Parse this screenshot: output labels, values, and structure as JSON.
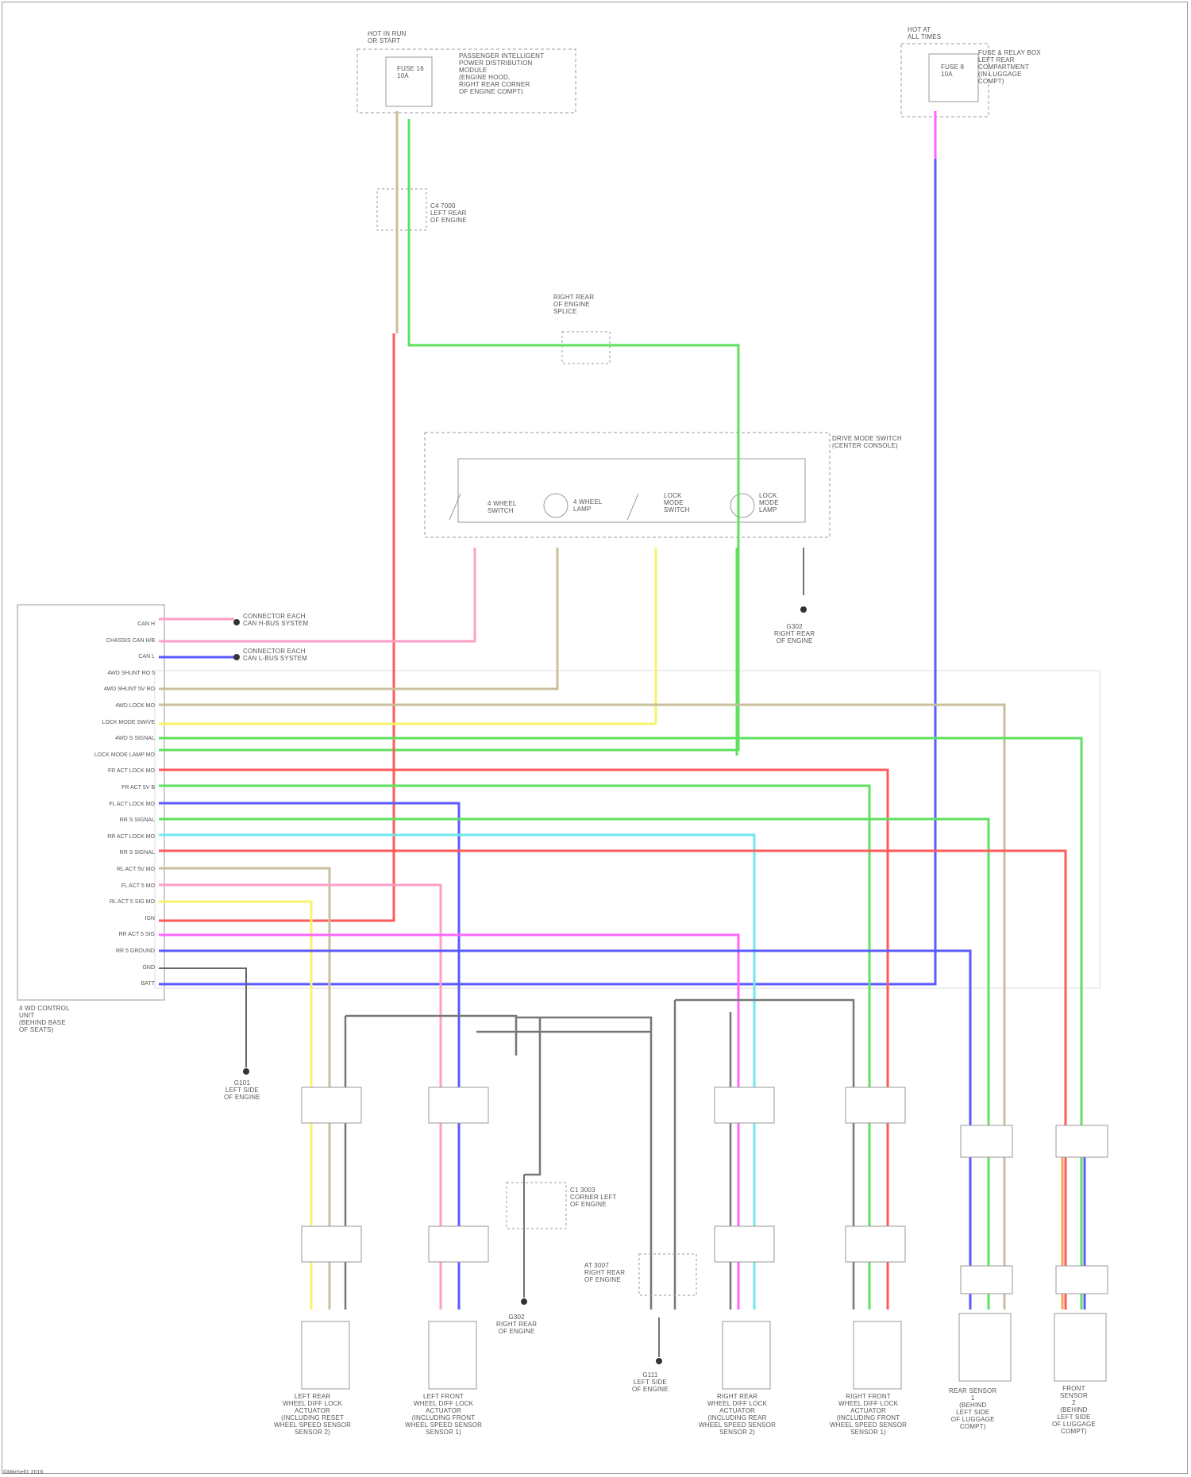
{
  "page": {
    "title": "",
    "footer": "©Mitchell1 2016"
  },
  "labels": {
    "fuse_box_left": "HOT IN RUN\nOR START",
    "fuse_left_text": "FUSE 16\n10A",
    "fuse_left_desc": "PASSENGER INTELLIGENT\nPOWER DISTRIBUTION\nMODULE\n(ENGINE HOOD,\nRIGHT REAR CORNER\nOF ENGINE COMPT)",
    "connector_c4": "C4 7000\nLEFT REAR\nOF ENGINE",
    "fuse_box_right": "HOT AT\nALL TIMES",
    "fuse_right_text": "FUSE 8\n10A",
    "fuse_right_desc": "FUSE & RELAY BOX\nLEFT REAR\nCOMPARTMENT\n(IN LUGGAGE\nCOMPT)",
    "splice_top": "RIGHT REAR\nOF ENGINE\nSPLICE",
    "switch_module": "DRIVE MODE SWITCH\n(CENTER CONSOLE)",
    "sw_4wd": "4 WHEEL\nSWITCH",
    "sw_4wd_lamp": "4 WHEEL\nLAMP",
    "sw_lock": "LOCK\nMODE\nSWITCH",
    "sw_lock_lamp": "LOCK\nMODE\nLAMP",
    "ground_switch": "G302\nRIGHT REAR\nOF ENGINE",
    "canbus_hi": "CONNECTOR EACH\nCAN H-BUS SYSTEM",
    "canbus_lo": "CONNECTOR EACH\nCAN L-BUS SYSTEM",
    "control_unit": "4 WD CONTROL\nUNIT\n(BEHIND BASE\nOF SEATS)",
    "ground_cu": "G101\nLEFT SIDE\nOF ENGINE",
    "ground_mid": "G302\nRIGHT REAR\nOF ENGINE",
    "splice_mid": "C1 3003\nCORNER LEFT\nOF ENGINE",
    "splice_mid2": "AT 3007\nRIGHT REAR\nOF ENGINE",
    "ground_bottom": "G111\nLEFT SIDE\nOF ENGINE",
    "act_lf": "LEFT REAR\nWHEEL DIFF LOCK\nACTUATOR\n(INCLUDING RESET\nWHEEL SPEED SENSOR\nSENSOR 2)",
    "act_lr": "LEFT FRONT\nWHEEL DIFF LOCK\nACTUATOR\n(INCLUDING FRONT\nWHEEL SPEED SENSOR\nSENSOR 1)",
    "act_rr": "RIGHT REAR\nWHEEL DIFF LOCK\nACTUATOR\n(INCLUDING REAR\nWHEEL SPEED SENSOR\nSENSOR 2)",
    "act_rf": "RIGHT FRONT\nWHEEL DIFF LOCK\nACTUATOR\n(INCLUDING FRONT\nWHEEL SPEED SENSOR\nSENSOR 1)",
    "sensor_rear": "REAR SENSOR\n1\n(BEHIND\nLEFT SIDE\nOF LUGGAGE\nCOMPT)",
    "sensor_front": "FRONT\nSENSOR\n2\n(BEHIND\nLEFT SIDE\nOF LUGGAGE\nCOMPT)"
  },
  "pins": [
    "CAN H",
    "CHASSIS CAN H/B",
    "CAN L",
    "4WD SHUNT RO 5",
    "4WD SHUNT 5V RO",
    "4WD LOCK MO",
    "LOCK MODE SW/VE",
    "4WD S SIGNAL",
    "LOCK MODE LAMP MO",
    "FR ACT LOCK MO",
    "FR ACT 5V B",
    "FL ACT LOCK MO",
    "RR S SIGNAL",
    "RR ACT LOCK MO",
    "RR S SIGNAL",
    "RL ACT 5V MO",
    "FL ACT 5 MO",
    "RL ACT 5 SIG MO",
    "IGN",
    "RR ACT 5 SIG",
    "RR 5 GROUND",
    "GND",
    "BATT"
  ],
  "wire_colors": {
    "pink": "#ff9fc8",
    "red": "#ff5a5a",
    "green": "#5fe05f",
    "blue": "#5a5aff",
    "yellow": "#f7f36a",
    "tan": "#c9bf9a",
    "cyan": "#6fe8ee",
    "magenta": "#ff66ff",
    "orange": "#f6a45a",
    "black": "#444444",
    "gray": "#777777"
  }
}
